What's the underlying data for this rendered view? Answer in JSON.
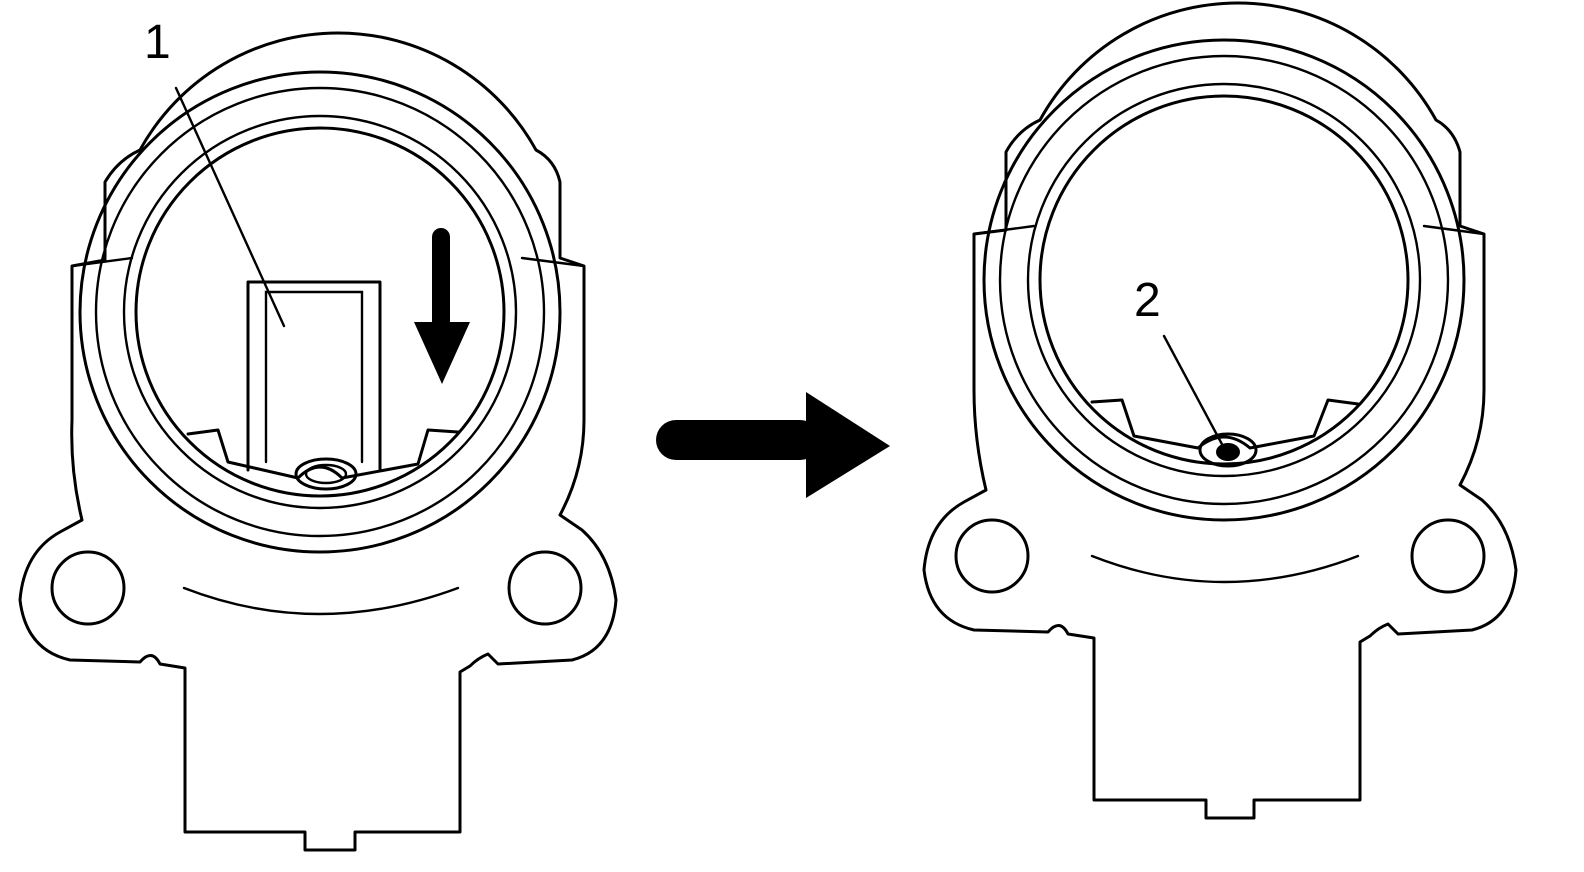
{
  "figure": {
    "callouts": [
      {
        "label": "1",
        "target": "pick-tool"
      },
      {
        "label": "2",
        "target": "slot-hole"
      }
    ],
    "step_arrow": {
      "direction": "right",
      "meaning": "before-after"
    },
    "push_arrow": {
      "direction": "down"
    },
    "colors": {
      "line": "#000000",
      "background": "#ffffff"
    }
  }
}
